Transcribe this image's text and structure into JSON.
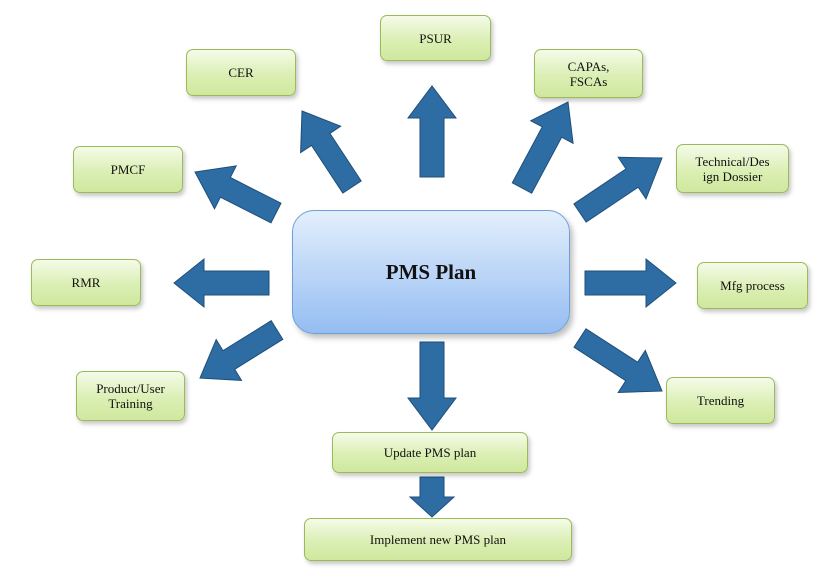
{
  "center": {
    "label": "PMS Plan"
  },
  "nodes": {
    "cer": "CER",
    "psur": "PSUR",
    "capas": "CAPAs,\nFSCAs",
    "pmcf": "PMCF",
    "technical": "Technical/Des\nign Dossier",
    "rmr": "RMR",
    "mfg": "Mfg process",
    "training": "Product/User\nTraining",
    "trending": "Trending",
    "update": "Update PMS plan",
    "implement": "Implement new PMS plan"
  },
  "colors": {
    "arrow": "#2e6da4",
    "arrow_stroke": "#1f4e79",
    "box_border": "#9bbb59",
    "central_border": "#6f9fd8"
  }
}
